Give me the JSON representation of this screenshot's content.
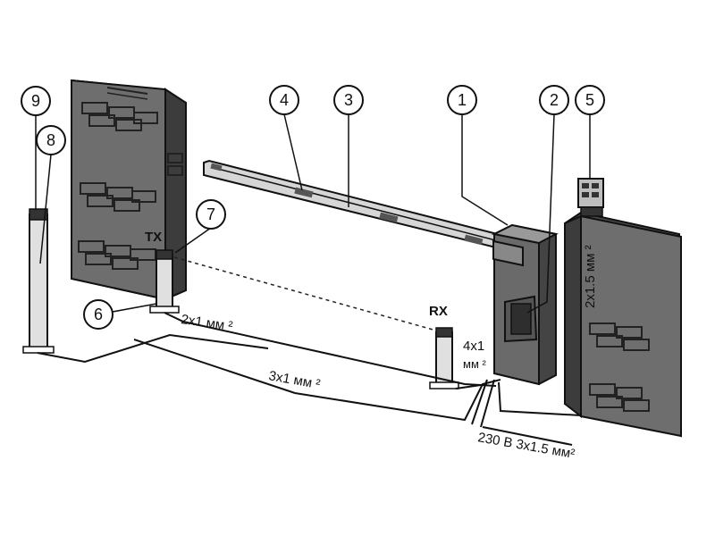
{
  "callouts": {
    "c1": "1",
    "c2": "2",
    "c3": "3",
    "c4": "4",
    "c5": "5",
    "c6": "6",
    "c7": "7",
    "c8": "8",
    "c9": "9"
  },
  "labels": {
    "tx": "TX",
    "rx": "RX",
    "cable_2x1": "2x1 мм ²",
    "cable_3x1": "3x1 мм ²",
    "cable_4x1_a": "4x1",
    "cable_4x1_b": "мм ²",
    "cable_2x15": "2x1.5 мм ²",
    "cable_230": "230 В 3x1.5 мм²"
  },
  "colors": {
    "wall": "#707070",
    "dark": "#3a3a3a",
    "line": "#111111",
    "boom": "#d8d8d8",
    "post": "#cfcfcf"
  }
}
